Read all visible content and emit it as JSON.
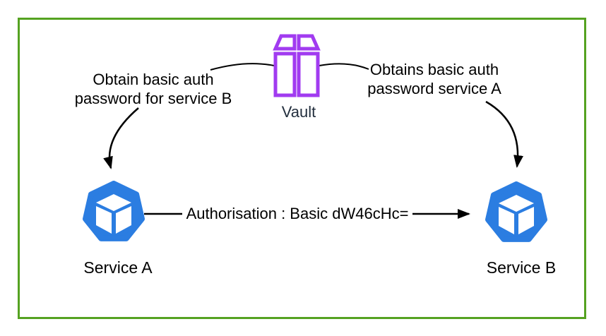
{
  "colors": {
    "border_green": "#55A221",
    "vault_purple": "#A13BF0",
    "service_blue": "#2B7DE1",
    "vault_label_color": "#232F3E",
    "line_black": "#000000"
  },
  "diagram": {
    "nodes": {
      "vault": {
        "label": "Vault"
      },
      "service_a": {
        "label": "Service A"
      },
      "service_b": {
        "label": "Service B"
      }
    },
    "annotations": {
      "left_note": "Obtain basic auth\npassword for service B",
      "right_note": "Obtains basic auth\npassword service A"
    },
    "edges": {
      "auth_label": "Authorisation : Basic dW46cHc="
    }
  }
}
